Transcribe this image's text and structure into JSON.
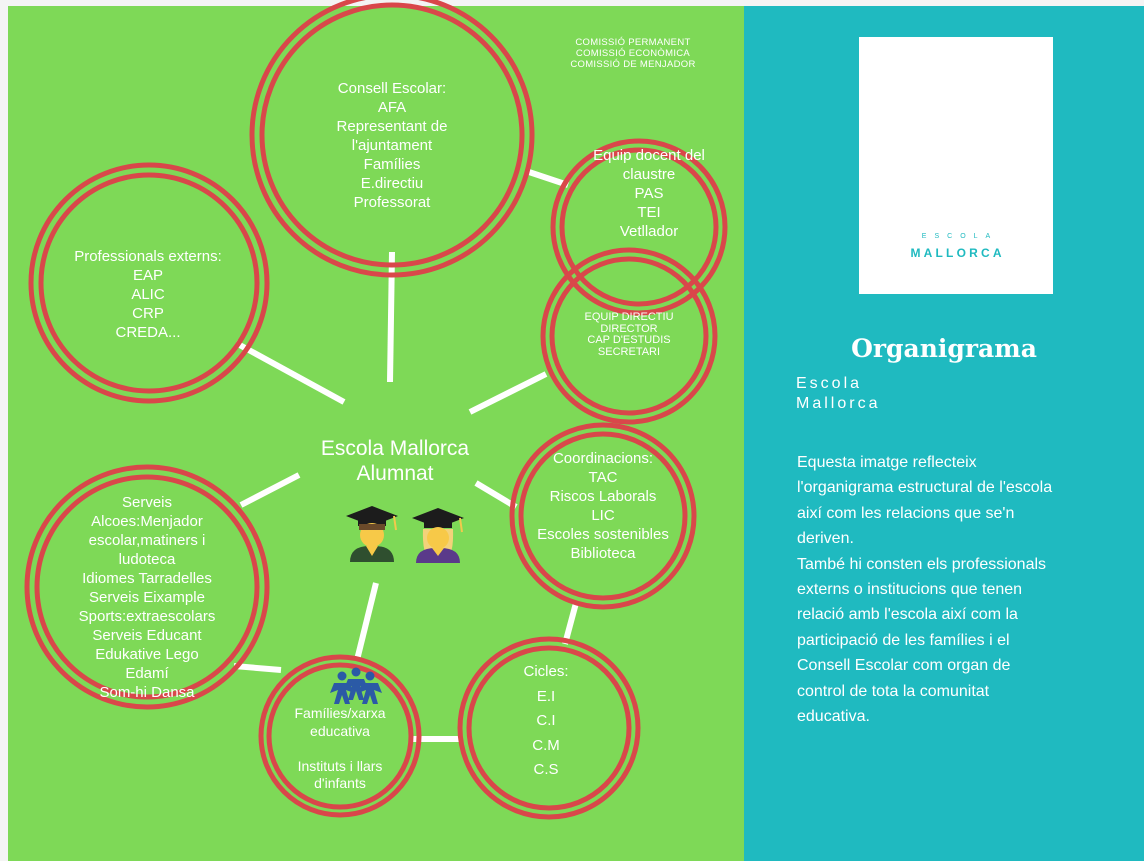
{
  "diagram": {
    "center": {
      "lines": [
        "Escola Mallorca",
        "Alumnat"
      ]
    },
    "commissions": [
      "COMISSIÓ PERMANENT",
      "COMISSIÓ ECONÒMICA",
      "COMISSIÓ DE MENJADOR"
    ],
    "nodes": {
      "consell_escolar": [
        "Consell Escolar:",
        "AFA",
        "Representant de",
        "l'ajuntament",
        "Famílies",
        "E.directiu",
        "Professorat"
      ],
      "equip_docent": [
        "Equip docent del",
        "claustre",
        "PAS",
        "TEI",
        "Vetllador"
      ],
      "equip_directiu": [
        "EQUIP DIRECTIU",
        "DIRECTOR",
        "CAP D'ESTUDIS",
        "SECRETARI"
      ],
      "coordinacions": [
        "Coordinacions:",
        "TAC",
        "Riscos Laborals",
        "LIC",
        "Escoles sostenibles",
        "Biblioteca"
      ],
      "cicles": [
        "Cicles:",
        "E.I",
        "C.I",
        "C.M",
        "C.S"
      ],
      "families": [
        "Famílies/xarxa",
        "educativa",
        "",
        "Instituts i llars",
        "d'infants"
      ],
      "serveis": [
        "Serveis",
        "Alcoes:Menjador",
        "escolar,matiners i",
        "ludoteca",
        "Idiomes Tarradelles",
        "Serveis Eixample",
        "Sports:extraescolars",
        "Serveis Educant",
        "Edukative Lego",
        "Edamí",
        "Som-hi Dansa"
      ],
      "professionals": [
        "Professionals externs:",
        "EAP",
        "ALIC",
        "CRP",
        "CREDA..."
      ]
    },
    "colors": {
      "ring": "#d9474a",
      "background": "#7ed957",
      "connector": "#ffffff"
    }
  },
  "sidebar": {
    "logo_small": "ESCOLA",
    "logo_big": "MALLORCA",
    "title": "Organigrama",
    "subtitle": [
      "Escola",
      "Mallorca"
    ],
    "description": [
      "Equesta imatge reflecteix",
      "l'organigrama estructural de l'escola",
      "així com les relacions que se'n",
      "deriven.",
      "També hi consten els professionals",
      "externs o institucions que tenen",
      "relació amb l'escola així com la",
      "participació de les famílies i el",
      "Consell Escolar com organ de",
      "control de tota la comunitat",
      "educativa."
    ],
    "colors": {
      "background": "#1fbac0",
      "logo_yellow": "#f6d65c",
      "logo_teal": "#3cc6c8"
    }
  }
}
